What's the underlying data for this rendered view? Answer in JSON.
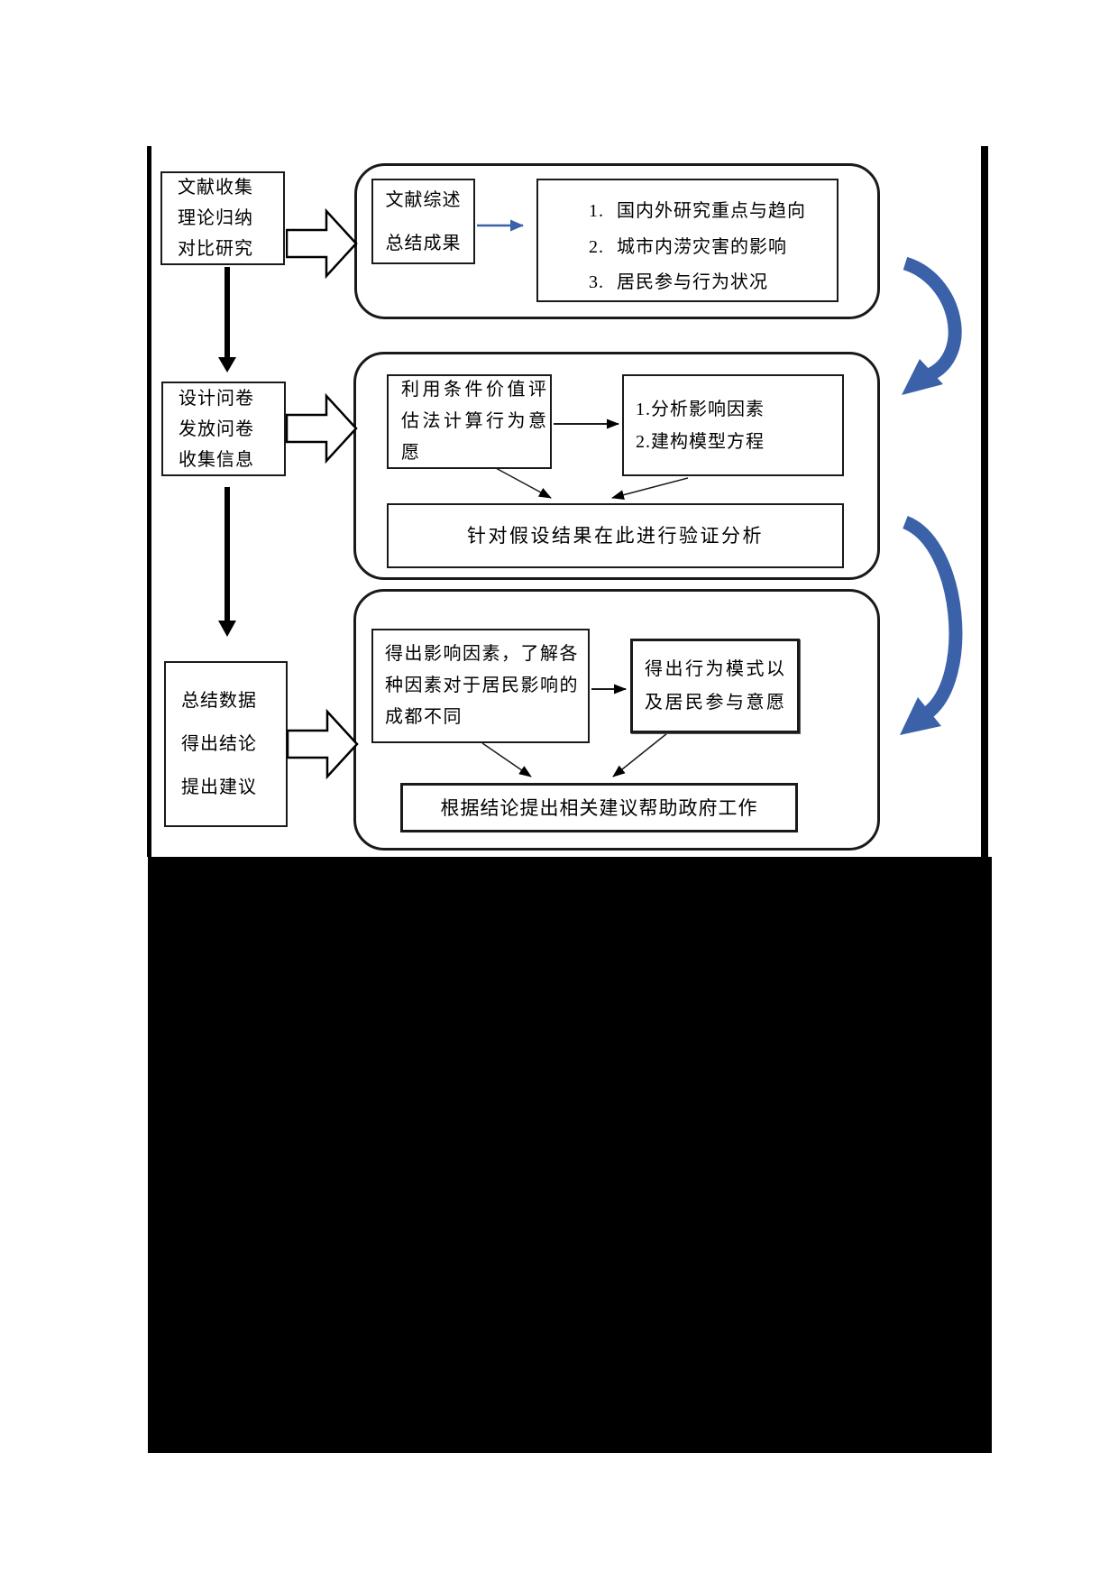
{
  "colors": {
    "accent_blue": "#3B61A9",
    "ink": "#000000",
    "page_background": "#ffffff",
    "panel_black": "#000000"
  },
  "stage1": {
    "side_box": [
      "文献收集",
      "理论归纳",
      "对比研究"
    ],
    "summary_box": [
      "文献综述",
      "总结成果"
    ],
    "list_items": [
      {
        "num": "1.",
        "text": "国内外研究重点与趋向"
      },
      {
        "num": "2.",
        "text": "城市内涝灾害的影响"
      },
      {
        "num": "3.",
        "text": "居民参与行为状况"
      }
    ]
  },
  "stage2": {
    "side_box": [
      "设计问卷",
      "发放问卷",
      "收集信息"
    ],
    "method_box": [
      "利用条件价值评",
      "估法计算行为意",
      "愿"
    ],
    "model_box": [
      "1.分析影响因素",
      "2.建构模型方程"
    ],
    "validation_box": "针对假设结果在此进行验证分析"
  },
  "stage3": {
    "side_box": [
      "总结数据",
      "得出结论",
      "提出建议"
    ],
    "findings_box": [
      "得出影响因素，了解各",
      "种因素对于居民影响的",
      "成都不同"
    ],
    "behavior_box": [
      "得出行为模式以",
      "及居民参与意愿"
    ],
    "conclusion_box": "根据结论提出相关建议帮助政府工作"
  }
}
